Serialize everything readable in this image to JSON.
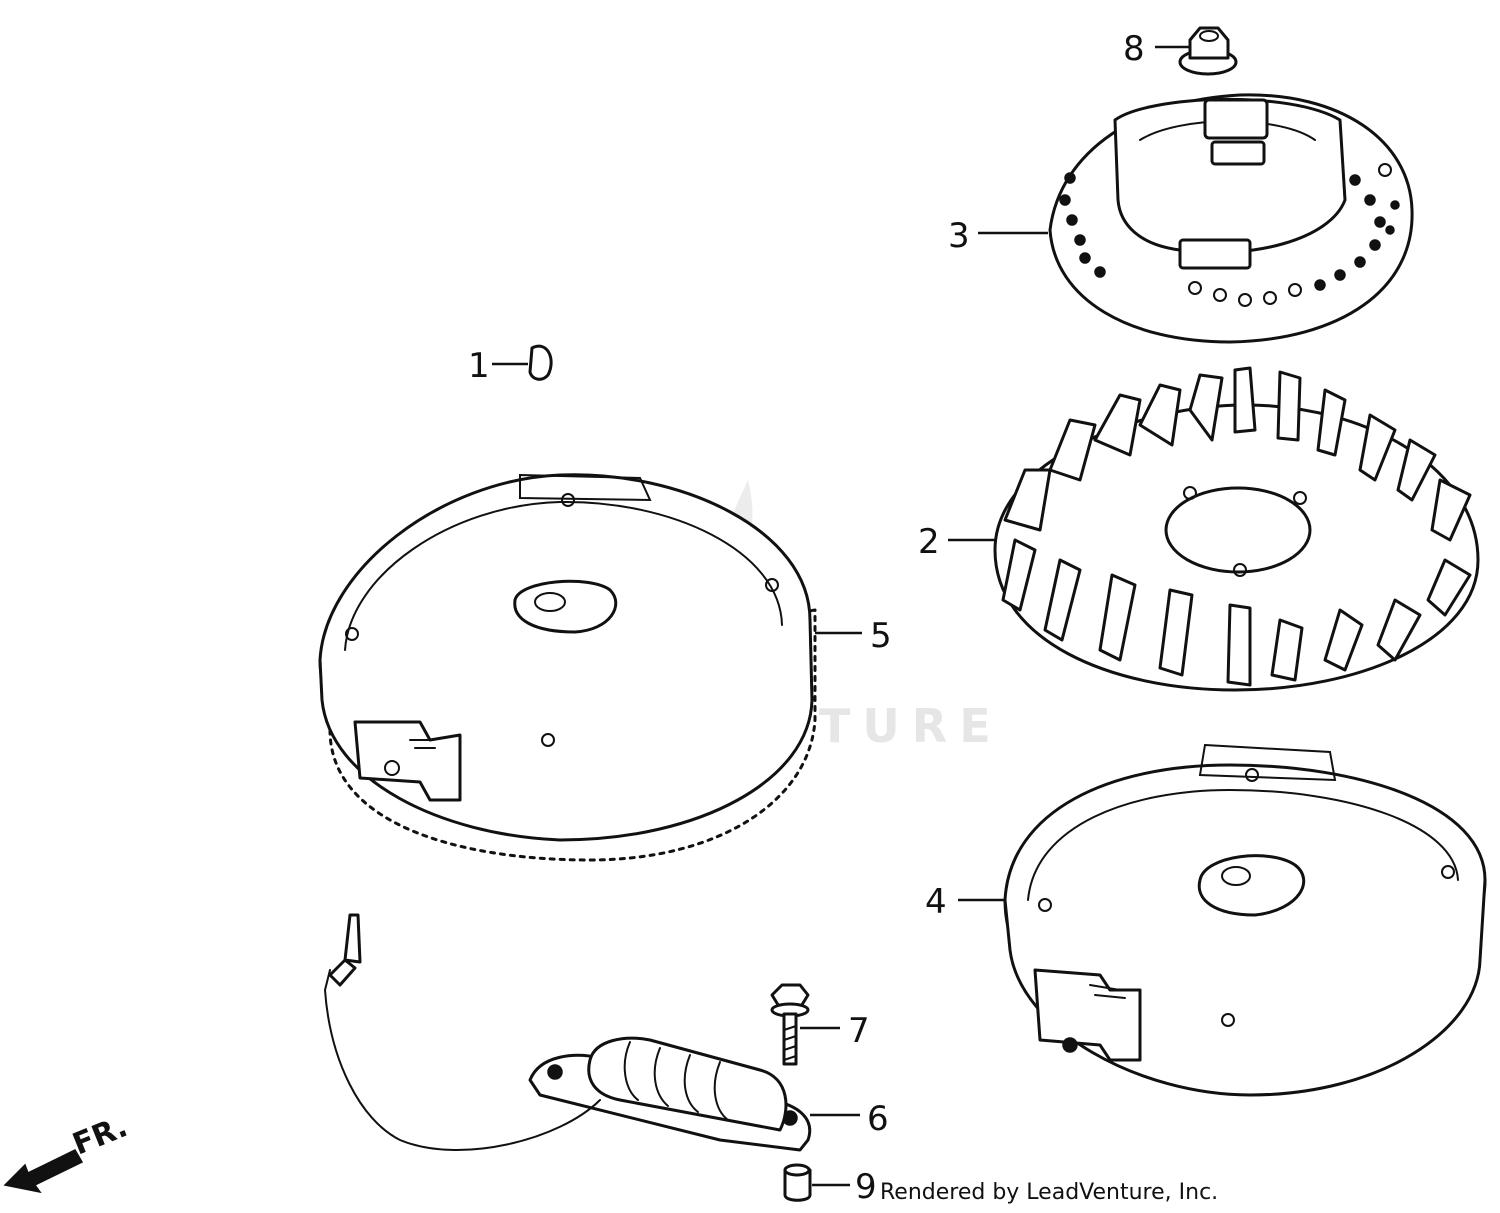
{
  "watermark": {
    "text": "LEADVENTURE"
  },
  "credit": "Rendered by LeadVenture, Inc.",
  "direction_indicator": {
    "label": "FR."
  },
  "parts": [
    {
      "callout": "1",
      "name": "woodruff-key"
    },
    {
      "callout": "2",
      "name": "cooling-fan"
    },
    {
      "callout": "3",
      "name": "starter-pulley-cup"
    },
    {
      "callout": "4",
      "name": "flywheel"
    },
    {
      "callout": "5",
      "name": "flywheel-with-ring-gear"
    },
    {
      "callout": "6",
      "name": "charge-coil"
    },
    {
      "callout": "7",
      "name": "flange-bolt"
    },
    {
      "callout": "8",
      "name": "flange-nut"
    },
    {
      "callout": "9",
      "name": "sleeve-collar"
    }
  ]
}
